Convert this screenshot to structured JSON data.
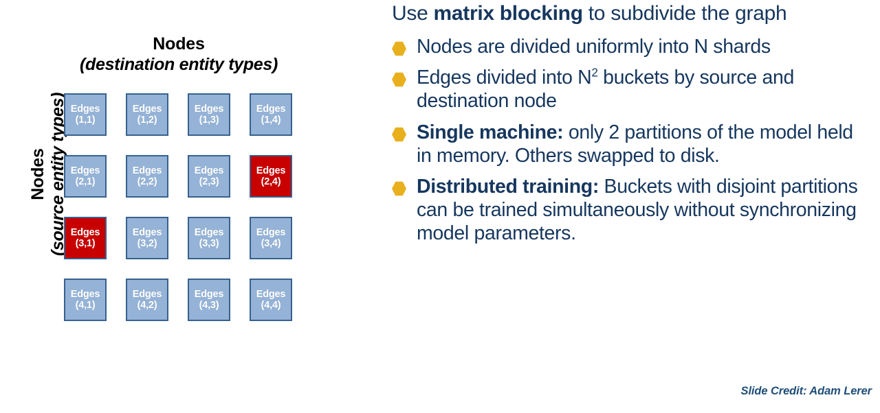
{
  "figure": {
    "column_axis": {
      "title": "Nodes",
      "subtitle": "(destination entity types)"
    },
    "row_axis": {
      "title": "Nodes",
      "subtitle": "(source entity types)"
    },
    "cell_word": "Edges",
    "colors": {
      "bucket_fill": "#95b3d7",
      "bucket_border": "#36618e",
      "bucket_highlight_fill": "#c80000",
      "bucket_label": "#ffffff"
    },
    "grid": {
      "rows": 4,
      "cols": 4,
      "cells": [
        {
          "label": "Edges",
          "coord": "(1,1)",
          "highlighted": false
        },
        {
          "label": "Edges",
          "coord": "(1,2)",
          "highlighted": false
        },
        {
          "label": "Edges",
          "coord": "(1,3)",
          "highlighted": false
        },
        {
          "label": "Edges",
          "coord": "(1,4)",
          "highlighted": false
        },
        {
          "label": "Edges",
          "coord": "(2,1)",
          "highlighted": false
        },
        {
          "label": "Edges",
          "coord": "(2,2)",
          "highlighted": false
        },
        {
          "label": "Edges",
          "coord": "(2,3)",
          "highlighted": false
        },
        {
          "label": "Edges",
          "coord": "(2,4)",
          "highlighted": true
        },
        {
          "label": "Edges",
          "coord": "(3,1)",
          "highlighted": true
        },
        {
          "label": "Edges",
          "coord": "(3,2)",
          "highlighted": false
        },
        {
          "label": "Edges",
          "coord": "(3,3)",
          "highlighted": false
        },
        {
          "label": "Edges",
          "coord": "(3,4)",
          "highlighted": false
        },
        {
          "label": "Edges",
          "coord": "(4,1)",
          "highlighted": false
        },
        {
          "label": "Edges",
          "coord": "(4,2)",
          "highlighted": false
        },
        {
          "label": "Edges",
          "coord": "(4,3)",
          "highlighted": false
        },
        {
          "label": "Edges",
          "coord": "(4,4)",
          "highlighted": false
        }
      ]
    }
  },
  "content": {
    "lead": {
      "before": "Use ",
      "emphasis": "matrix blocking",
      "after": " to subdivide the graph"
    },
    "bullet_color": "#e9b01e",
    "text_color": "#16375e",
    "bullets": [
      {
        "emphasis": "",
        "text": "Nodes are divided uniformly into N shards"
      },
      {
        "emphasis": "",
        "text_before_sup": "Edges divided into N",
        "sup": "2",
        "text_after_sup": " buckets by source and destination node"
      },
      {
        "emphasis": "Single machine:",
        "text": " only 2 partitions of the model held in memory. Others swapped to disk."
      },
      {
        "emphasis": "Distributed training:",
        "text": " Buckets with disjoint partitions can be trained simultaneously without synchronizing model parameters."
      }
    ]
  },
  "credit": {
    "text": "Slide Credit: Adam Lerer"
  }
}
